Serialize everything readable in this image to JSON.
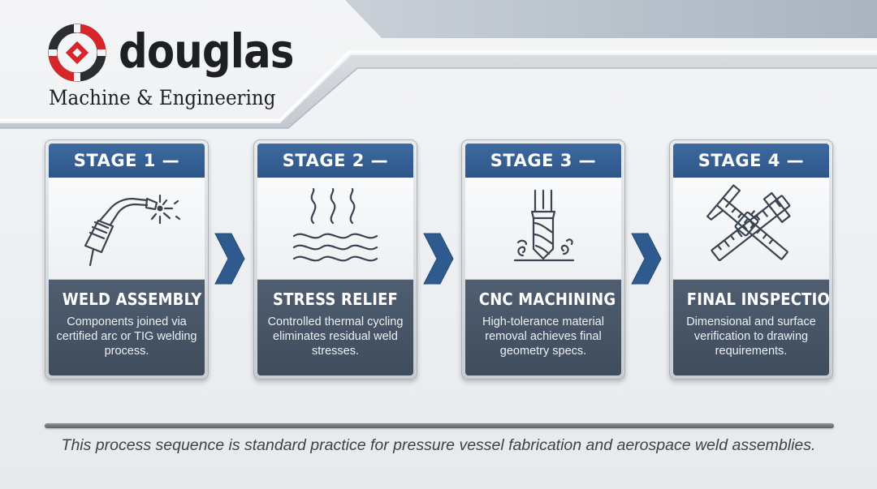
{
  "brand": {
    "name": "douglas",
    "tagline": "Machine & Engineering",
    "colors": {
      "red": "#d6262c",
      "dark": "#2b2d31"
    }
  },
  "colors": {
    "stage_header": "#2f5a8f",
    "body_panel": "#485668",
    "arrow": "#2f5a8f"
  },
  "stages": [
    {
      "label": "STAGE 1 —",
      "icon": "welding-torch-icon",
      "title": "WELD ASSEMBLY",
      "description": "Components joined via certified arc or TIG welding process."
    },
    {
      "label": "STAGE 2 —",
      "icon": "heat-waves-icon",
      "title": "STRESS RELIEF",
      "description": "Controlled thermal cycling eliminates residual weld stresses."
    },
    {
      "label": "STAGE 3 —",
      "icon": "end-mill-icon",
      "title": "CNC MACHINING",
      "description": "High-tolerance material removal achieves final geometry specs."
    },
    {
      "label": "STAGE 4 —",
      "icon": "caliper-ruler-icon",
      "title": "FINAL INSPECTION",
      "description": "Dimensional and surface verification to drawing requirements."
    }
  ],
  "footer": "This process sequence is standard practice for pressure vessel fabrication and aerospace weld assemblies."
}
